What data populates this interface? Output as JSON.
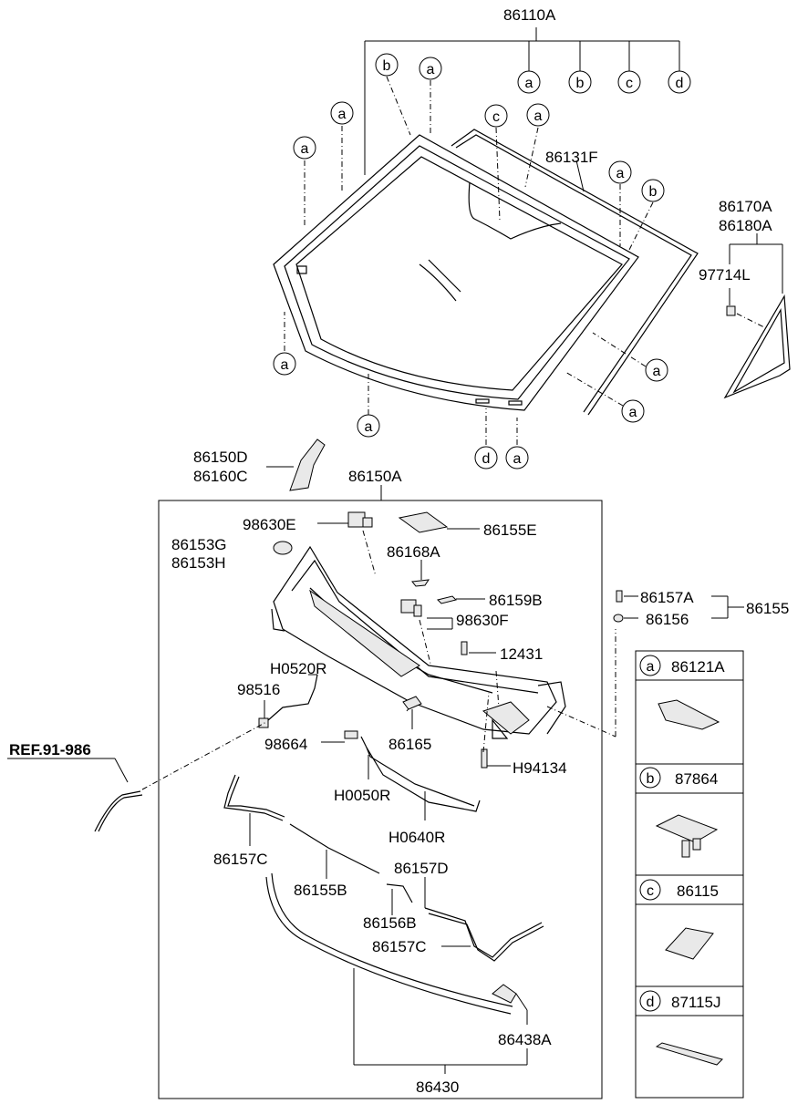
{
  "labels": {
    "windshield_assy": "86110A",
    "molding_top": "86131F",
    "quarter_glass_1": "86170A",
    "quarter_glass_2": "86180A",
    "clip_quarter": "97714L",
    "cowl_panel_1": "86150D",
    "cowl_panel_2": "86160C",
    "cowl_top_assy": "86150A",
    "nozzle_e": "98630E",
    "cover_e": "86155E",
    "cap_g": "86153G",
    "cap_h": "86153H",
    "seal_168a": "86168A",
    "pad_159b": "86159B",
    "nozzle_f": "98630F",
    "screw_12431": "12431",
    "hose_h0520r": "H0520R",
    "valve_98516": "98516",
    "connector_98664": "98664",
    "clip_86165": "86165",
    "bolt_h94134": "H94134",
    "hose_h0050r": "H0050R",
    "hose_h0640r": "H0640R",
    "seal_86157c_1": "86157C",
    "seal_86155b": "86155B",
    "seal_86157d": "86157D",
    "seal_86156b": "86156B",
    "seal_86157c_2": "86157C",
    "fastener_86438a": "86438A",
    "weatherstrip_86430": "86430",
    "bolt_86157a": "86157A",
    "washer_86156": "86156",
    "group_86155": "86155",
    "ref": "REF.91-986"
  },
  "callouts": {
    "a": "a",
    "b": "b",
    "c": "c",
    "d": "d"
  },
  "legend": [
    {
      "letter": "a",
      "part": "86121A"
    },
    {
      "letter": "b",
      "part": "87864"
    },
    {
      "letter": "c",
      "part": "86115"
    },
    {
      "letter": "d",
      "part": "87115J"
    }
  ]
}
